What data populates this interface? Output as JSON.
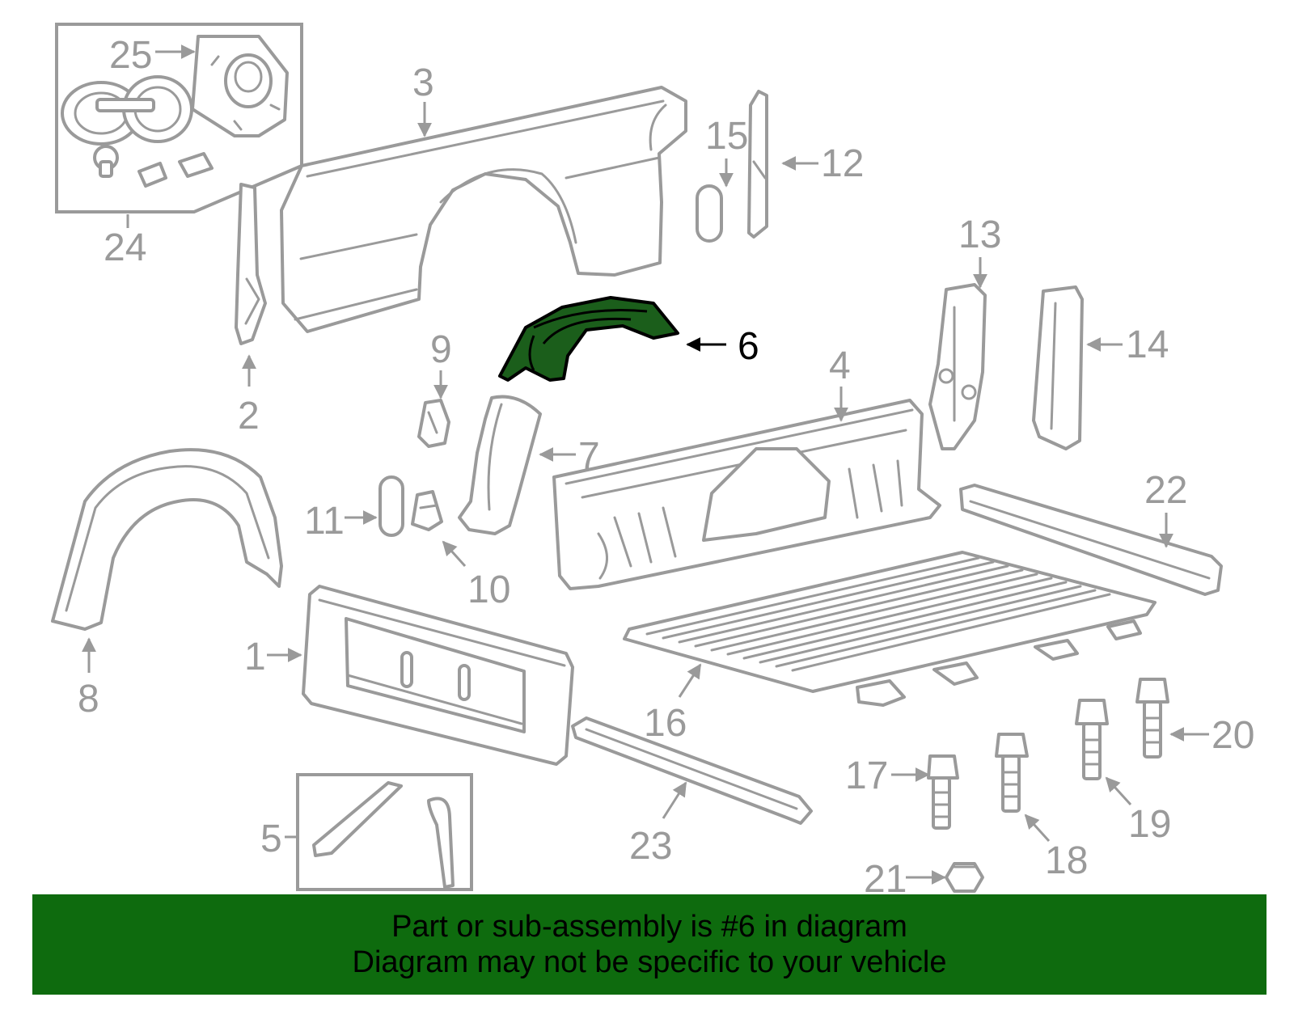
{
  "callouts": {
    "c1": "1",
    "c2": "2",
    "c3": "3",
    "c4": "4",
    "c5": "5",
    "c6": "6",
    "c7": "7",
    "c8": "8",
    "c9": "9",
    "c10": "10",
    "c11": "11",
    "c12": "12",
    "c13": "13",
    "c14": "14",
    "c15": "15",
    "c16": "16",
    "c17": "17",
    "c18": "18",
    "c19": "19",
    "c20": "20",
    "c21": "21",
    "c22": "22",
    "c23": "23",
    "c24": "24",
    "c25": "25"
  },
  "highlighted_part": "6",
  "colors": {
    "highlight_fill": "#1b5e1b",
    "banner_background": "#0e6b0e",
    "line_art": "#9a9a9a"
  },
  "banner": {
    "line1": "Part or sub-assembly is #6 in diagram",
    "line2": "Diagram may not be specific to your vehicle"
  }
}
